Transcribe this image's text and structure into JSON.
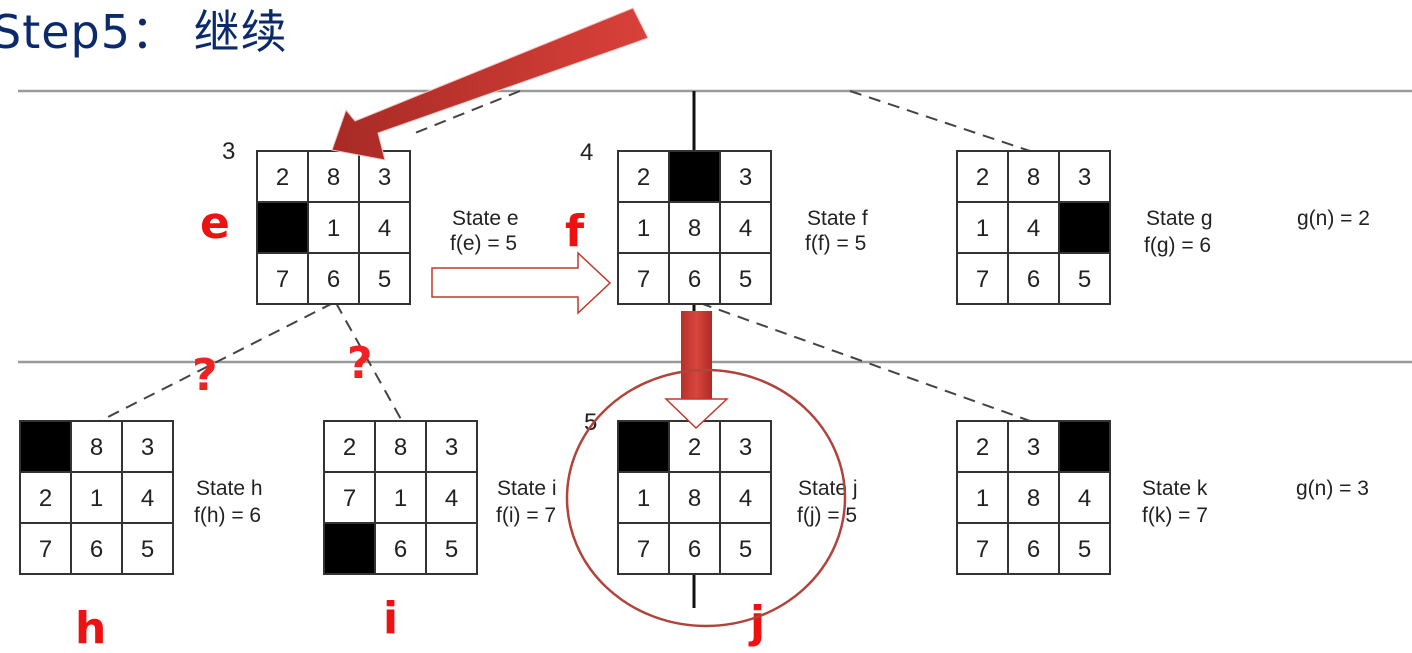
{
  "title": "Step5： 继续",
  "levels": [
    {
      "depth": "3",
      "g_label": "g(n) = 2"
    },
    {
      "depth": "5",
      "g_label": "g(n) = 3"
    }
  ],
  "depth_labels": {
    "e": "3",
    "f": "4",
    "j": "5"
  },
  "states": [
    {
      "id": "e",
      "label": "e",
      "caption": "State e",
      "f_value": "f(e) = 5",
      "tiles": [
        "2",
        "8",
        "3",
        "",
        "1",
        "4",
        "7",
        "6",
        "5"
      ]
    },
    {
      "id": "f",
      "label": "f",
      "caption": "State f",
      "f_value": "f(f) = 5",
      "tiles": [
        "2",
        "",
        "3",
        "1",
        "8",
        "4",
        "7",
        "6",
        "5"
      ]
    },
    {
      "id": "g",
      "label": "",
      "caption": "State g",
      "f_value": "f(g) = 6",
      "tiles": [
        "2",
        "8",
        "3",
        "1",
        "4",
        "",
        "7",
        "6",
        "5"
      ]
    },
    {
      "id": "h",
      "label": "h",
      "caption": "State h",
      "f_value": "f(h) = 6",
      "tiles": [
        "",
        "8",
        "3",
        "2",
        "1",
        "4",
        "7",
        "6",
        "5"
      ]
    },
    {
      "id": "i",
      "label": "i",
      "caption": "State i",
      "f_value": "f(i) = 7",
      "tiles": [
        "2",
        "8",
        "3",
        "7",
        "1",
        "4",
        "",
        "6",
        "5"
      ]
    },
    {
      "id": "j",
      "label": "j",
      "caption": "State j",
      "f_value": "f(j) = 5",
      "tiles": [
        "",
        "2",
        "3",
        "1",
        "8",
        "4",
        "7",
        "6",
        "5"
      ]
    },
    {
      "id": "k",
      "label": "",
      "caption": "State k",
      "f_value": "f(k) = 7",
      "tiles": [
        "2",
        "3",
        "",
        "1",
        "8",
        "4",
        "7",
        "6",
        "5"
      ]
    }
  ],
  "annotations": {
    "question_marks": [
      "?",
      "?"
    ],
    "highlight_color": "#c0392b",
    "label_color": "#ee1111",
    "title_color": "#0b2a6b"
  }
}
